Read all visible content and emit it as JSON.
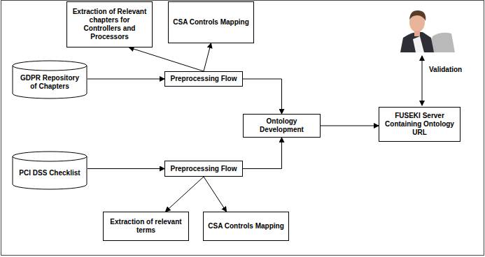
{
  "diagram": {
    "nodes": [
      {
        "text": [
          "Extraction of Relevant chapters for Controllers and Processors"
        ]
      },
      {
        "text": [
          "CSA Controls Mapping"
        ]
      },
      {
        "text": [
          "GDPR Repository of Chapters"
        ]
      },
      {
        "text": [
          "Preprocessing Flow"
        ]
      },
      {
        "text": [
          "Ontology Development"
        ]
      },
      {
        "text": [
          "FUSEKI Server Containing Ontology URL"
        ]
      },
      {
        "text": [
          "PCI DSS Checklist"
        ]
      },
      {
        "text": [
          "Preprocessing Flow"
        ]
      },
      {
        "text": [
          "Extraction of relevant terms"
        ]
      },
      {
        "text": [
          "CSA Controls Mapping"
        ]
      }
    ],
    "edges": [
      {
        "from": 2,
        "to": 3,
        "arrow": "to"
      },
      {
        "from": 3,
        "to": 0,
        "arrow": "to"
      },
      {
        "from": 3,
        "to": 1,
        "arrow": "to"
      },
      {
        "from": 3,
        "to": 4,
        "arrow": "to"
      },
      {
        "from": 6,
        "to": 7,
        "arrow": "to"
      },
      {
        "from": 7,
        "to": 4,
        "arrow": "to"
      },
      {
        "from": 7,
        "to": 8,
        "arrow": "to"
      },
      {
        "from": 7,
        "to": 9,
        "arrow": "to"
      },
      {
        "from": 4,
        "to": 5,
        "arrow": "to"
      }
    ],
    "labels": [
      "Validation"
    ]
  }
}
